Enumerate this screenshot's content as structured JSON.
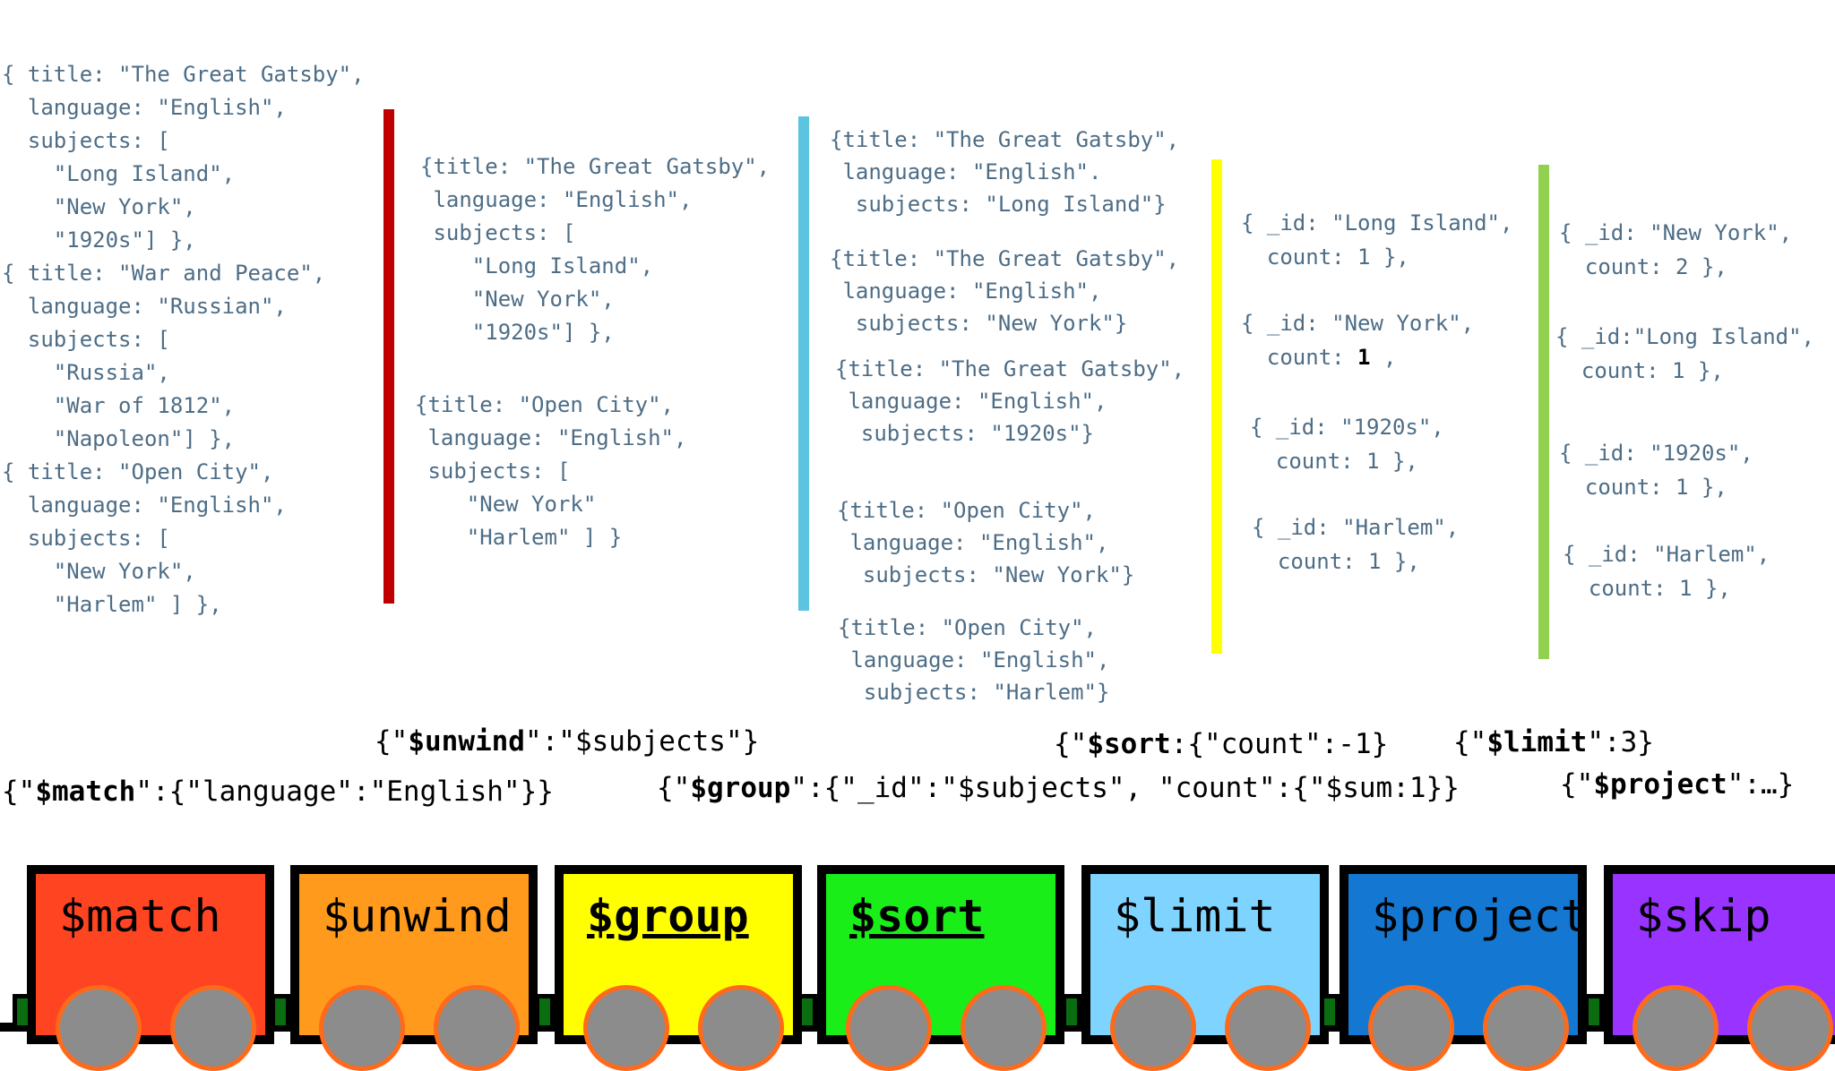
{
  "documents": {
    "input": [
      "{ title: \"The Great Gatsby\",",
      "  language: \"English\",",
      "  subjects: [",
      "    \"Long Island\",",
      "    \"New York\",",
      "    \"1920s\"] },",
      "{ title: \"War and Peace\",",
      "  language: \"Russian\",",
      "  subjects: [",
      "    \"Russia\",",
      "    \"War of 1812\",",
      "    \"Napoleon\"] },",
      "{ title: \"Open City\",",
      "  language: \"English\",",
      "  subjects: [",
      "    \"New York\",",
      "    \"Harlem\" ] },"
    ],
    "after_match_1": [
      "{title: \"The Great Gatsby\",",
      " language: \"English\",",
      " subjects: [",
      "    \"Long Island\",",
      "    \"New York\",",
      "    \"1920s\"] },"
    ],
    "after_match_2": [
      "{title: \"Open City\",",
      " language: \"English\",",
      " subjects: [",
      "    \"New York\"",
      "    \"Harlem\" ] }"
    ],
    "after_unwind": [
      [
        "{title: \"The Great Gatsby\",",
        " language: \"English\".",
        "  subjects: \"Long Island\"}"
      ],
      [
        "{title: \"The Great Gatsby\",",
        " language: \"English\",",
        "  subjects: \"New York\"}"
      ],
      [
        "{title: \"The Great Gatsby\",",
        " language: \"English\",",
        "  subjects: \"1920s\"}"
      ],
      [
        "{title: \"Open City\",",
        " language: \"English\",",
        "  subjects: \"New York\"}"
      ],
      [
        "{title: \"Open City\",",
        " language: \"English\",",
        "  subjects: \"Harlem\"}"
      ]
    ],
    "after_group": [
      [
        "{ _id: \"Long Island\",",
        "  count: 1 },"
      ],
      [
        "{ _id: \"New York\",",
        "  count: "
      ],
      [
        "{ _id: \"1920s\",",
        "  count: 1 },"
      ],
      [
        "{ _id: \"Harlem\",",
        "  count: 1 },"
      ]
    ],
    "after_group_ny_count": "1",
    "after_group_ny_tail": " ,",
    "after_sort": [
      [
        "{ _id: \"New York\",",
        "  count: 2 },"
      ],
      [
        "{ _id:\"Long Island\",",
        "  count: 1 },"
      ],
      [
        "{ _id: \"1920s\",",
        "  count: 1 },"
      ],
      [
        "{ _id: \"Harlem\",",
        "  count: 1 },"
      ]
    ]
  },
  "stage_exprs": {
    "unwind": {
      "pre": "{\"",
      "key": "$unwind",
      "post": "\":\"$subjects\"}"
    },
    "match": {
      "pre": "{\"",
      "key": "$match",
      "post": "\":{\"language\":\"English\"}}"
    },
    "group": {
      "pre": "{\"",
      "key": "$group",
      "post": "\":{\"_id\":\"$subjects\", \"count\":{\"$sum:1}}"
    },
    "sort": {
      "pre": "{\"",
      "key": "$sort",
      "post": ":{\"count\":-1}"
    },
    "limit": {
      "pre": "{\"",
      "key": "$limit",
      "post": "\":3}"
    },
    "project": {
      "pre": "{\"",
      "key": "$project",
      "post": "\":…}"
    }
  },
  "train": [
    {
      "label": "$match",
      "color": "#ff4422",
      "underline": false
    },
    {
      "label": "$unwind",
      "color": "#ff9a1c",
      "underline": false
    },
    {
      "label": "$group",
      "color": "#ffff00",
      "underline": true
    },
    {
      "label": "$sort",
      "color": "#19ee19",
      "underline": true
    },
    {
      "label": "$limit",
      "color": "#7fd4ff",
      "underline": false
    },
    {
      "label": "$project",
      "color": "#1478d2",
      "underline": false
    },
    {
      "label": "$skip",
      "color": "#9933ff",
      "underline": false
    }
  ],
  "colors": {
    "doc_text": "#4d6d86",
    "bar_match": "#c00000",
    "bar_unwind": "#5bc4e0",
    "bar_group": "#ffff00",
    "bar_sort": "#92d050"
  }
}
